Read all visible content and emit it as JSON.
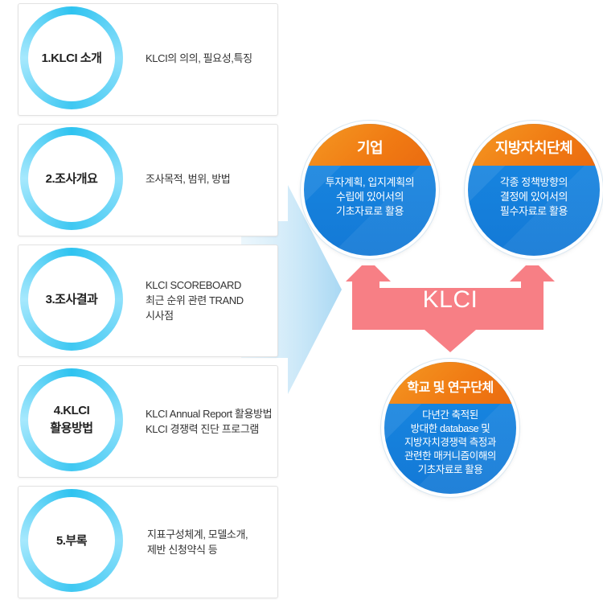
{
  "sections": [
    {
      "label_lines": [
        "1.KLCI 소개"
      ],
      "desc_lines": [
        "KLCI의 의의, 필요성,특징"
      ]
    },
    {
      "label_lines": [
        "2.조사개요"
      ],
      "desc_lines": [
        "조사목적, 범위, 방법"
      ]
    },
    {
      "label_lines": [
        "3.조사결과"
      ],
      "desc_lines": [
        "KLCI SCOREBOARD",
        "최근 순위 관련 TRAND",
        "시사점"
      ]
    },
    {
      "label_lines": [
        "4.KLCI",
        "활용방법"
      ],
      "desc_lines": [
        "KLCI Annual Report 활용방법",
        "KLCI  경쟁력 진단 프로그램"
      ]
    },
    {
      "label_lines": [
        "5.부록"
      ],
      "desc_lines": [
        "지표구성체계, 모델소개,",
        "제반 신청약식 등"
      ]
    }
  ],
  "center": {
    "label": "KLCI"
  },
  "bubbles": {
    "company": {
      "title": "기업",
      "lines": [
        "투자계획, 입지계획의",
        "수립에 있어서의",
        "기초자료로 활용"
      ]
    },
    "local_gov": {
      "title": "지방자치단체",
      "lines": [
        "각종 정책방향의",
        "결정에 있어서의",
        "필수자료로 활용"
      ]
    },
    "school": {
      "title": "학교 및 연구단체",
      "lines": [
        "다년간 축적된",
        "방대한 database 및",
        "지방자치경쟁력 측정과",
        "관련한 매커니즘이해의",
        "기초자료로 활용"
      ]
    }
  },
  "colors": {
    "ring": "#2ec3f0",
    "bubble_top": "#f07a13",
    "bubble_body": "#1479d6",
    "center_arrow": "#f77f85",
    "big_arrow": "#bfe3f7"
  }
}
